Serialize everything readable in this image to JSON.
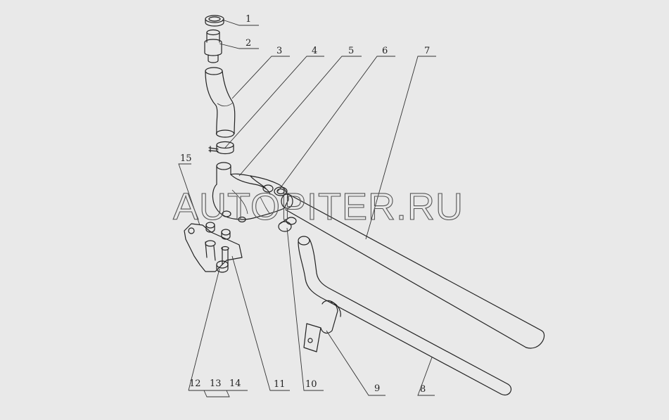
{
  "diagram": {
    "callouts": [
      {
        "id": "c1",
        "label": "1"
      },
      {
        "id": "c2",
        "label": "2"
      },
      {
        "id": "c3",
        "label": "3"
      },
      {
        "id": "c4",
        "label": "4"
      },
      {
        "id": "c5",
        "label": "5"
      },
      {
        "id": "c6",
        "label": "6"
      },
      {
        "id": "c7",
        "label": "7"
      },
      {
        "id": "c8",
        "label": "8"
      },
      {
        "id": "c9",
        "label": "9"
      },
      {
        "id": "c10",
        "label": "10"
      },
      {
        "id": "c11",
        "label": "11"
      },
      {
        "id": "c12",
        "label": "12"
      },
      {
        "id": "c13",
        "label": "13"
      },
      {
        "id": "c14",
        "label": "14"
      },
      {
        "id": "c15",
        "label": "15"
      }
    ]
  },
  "watermark": {
    "text": "AUTOPITER.RU"
  },
  "colors": {
    "background": "#e9e9e9",
    "line": "#222222"
  }
}
